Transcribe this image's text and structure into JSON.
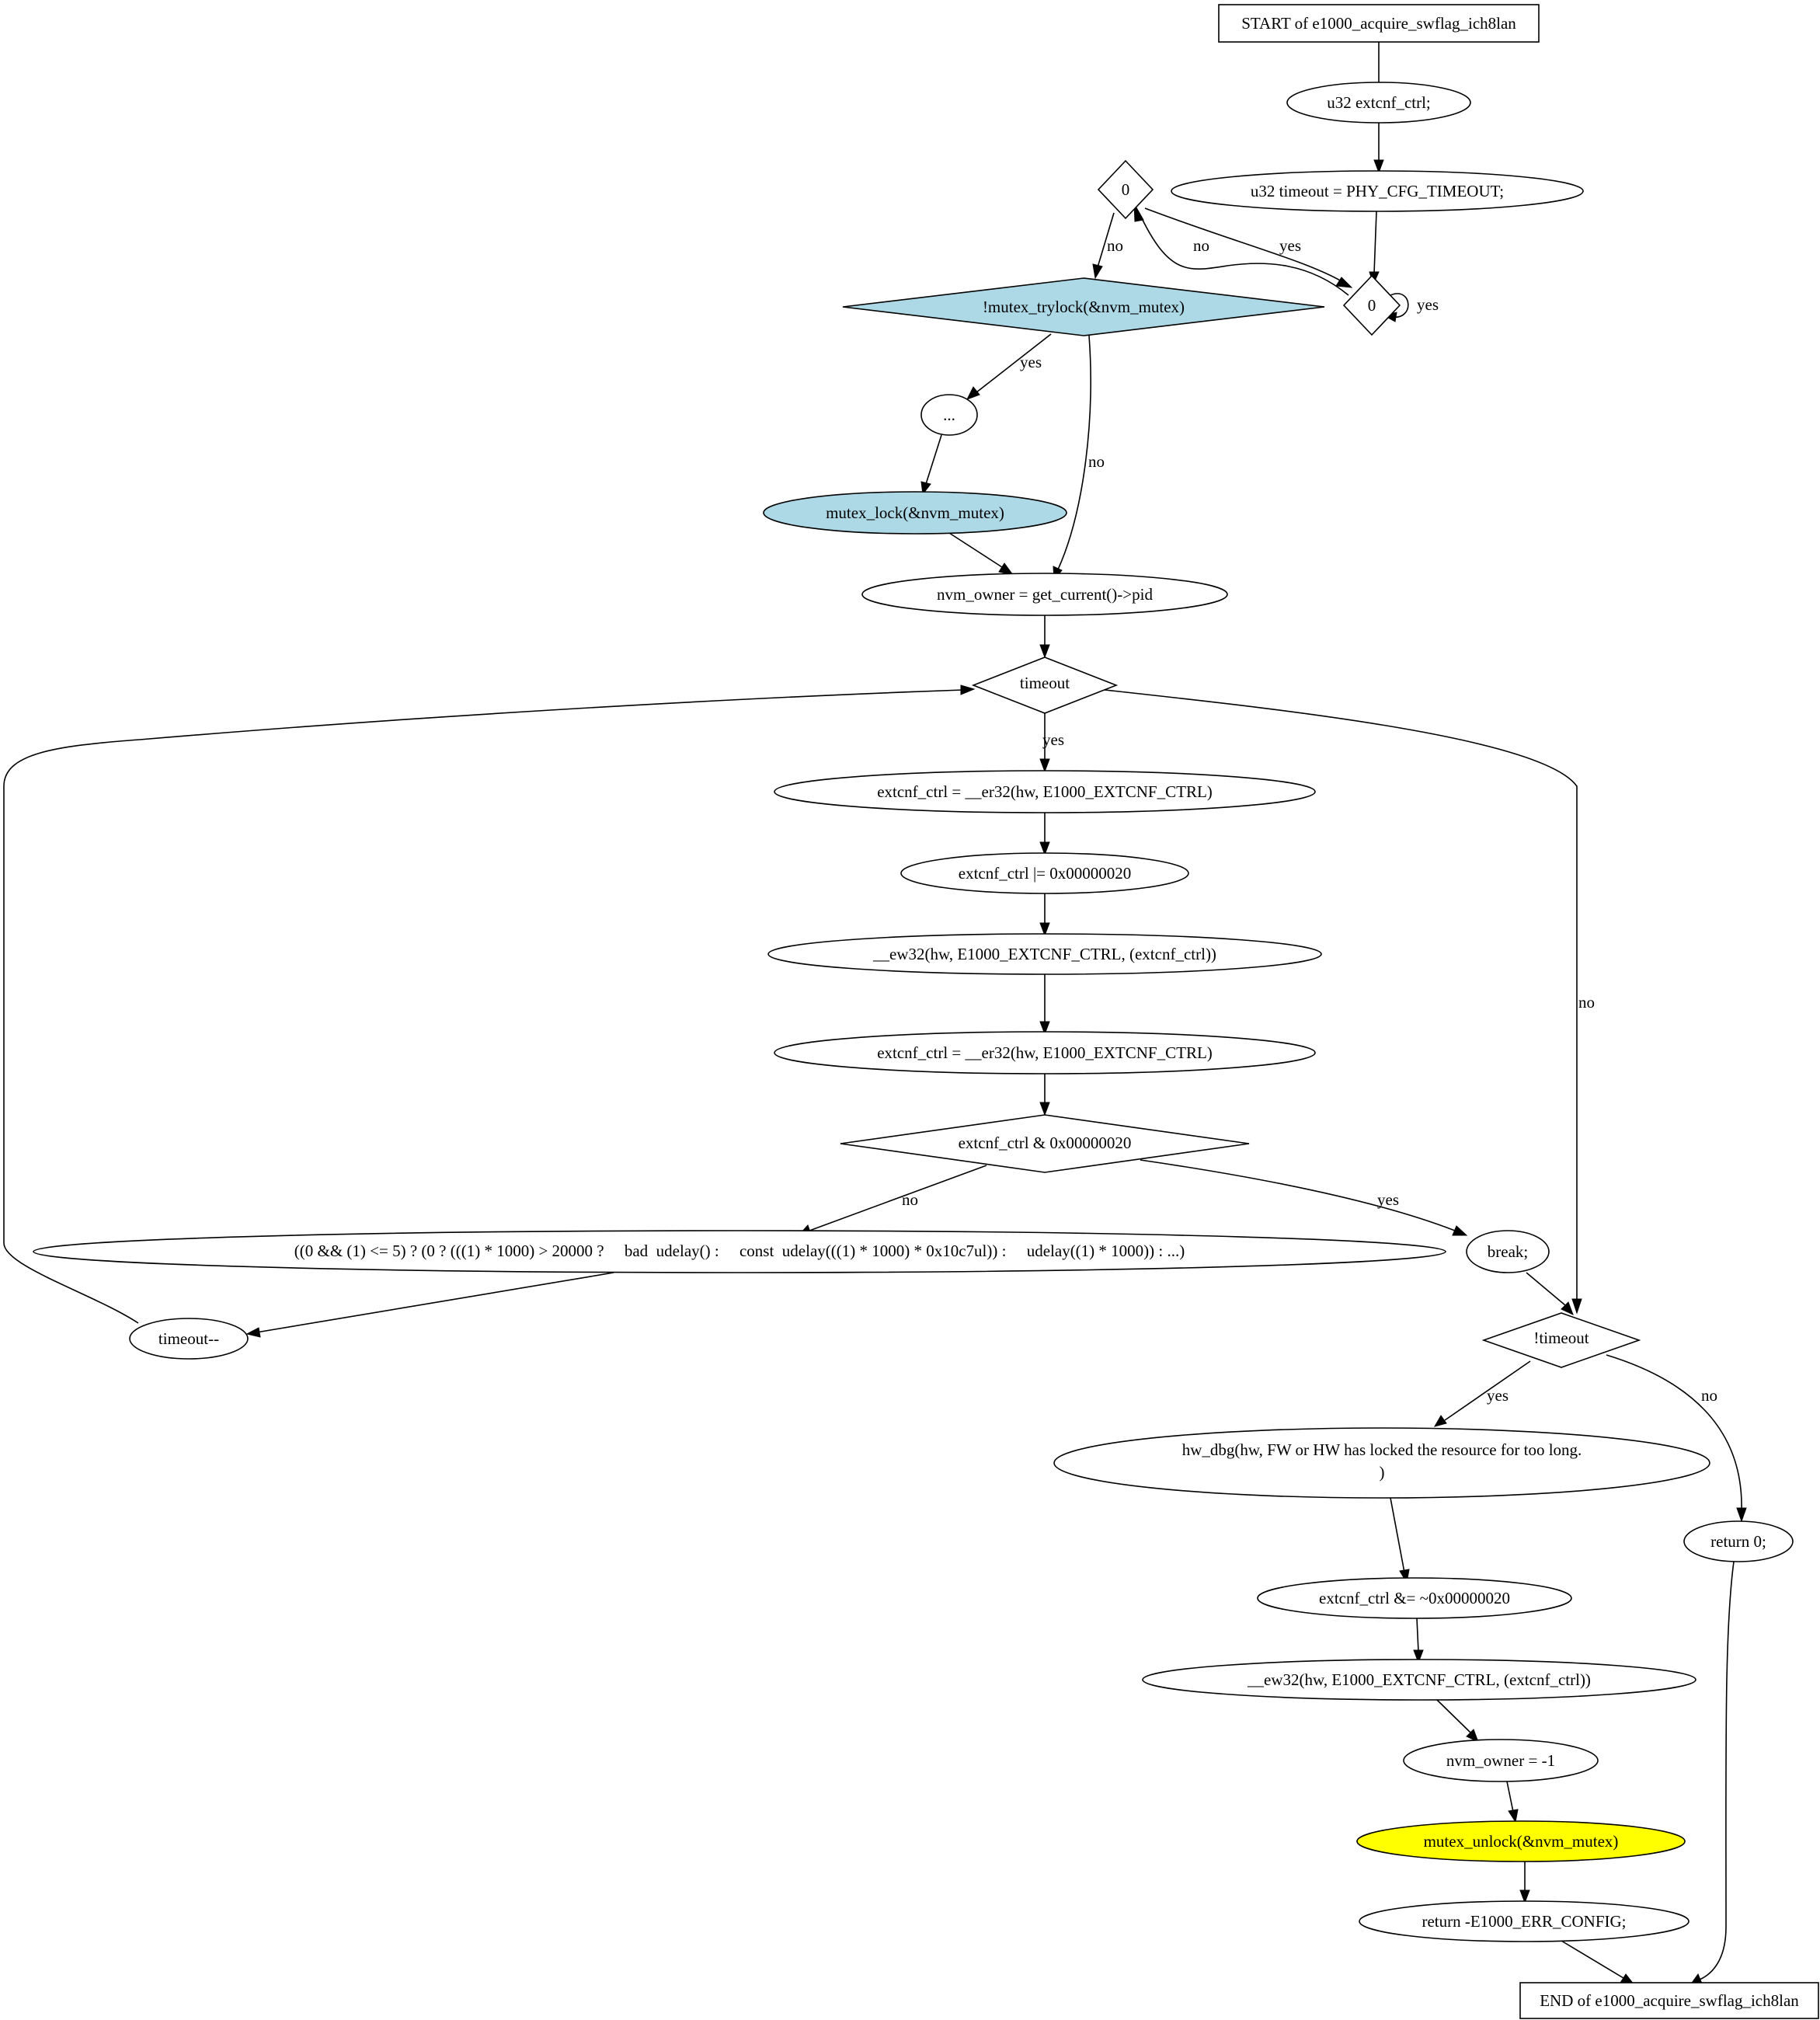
{
  "nodes": {
    "start": {
      "label": "START of e1000_acquire_swflag_ich8lan",
      "fill": "#ffffff"
    },
    "decl_ext": {
      "label": "u32 extcnf_ctrl;",
      "fill": "#ffffff"
    },
    "decl_timeout": {
      "label": "u32 timeout = PHY_CFG_TIMEOUT;",
      "fill": "#ffffff"
    },
    "zero_a": {
      "label": "0",
      "fill": "#ffffff"
    },
    "zero_b": {
      "label": "0",
      "fill": "#ffffff"
    },
    "trylock": {
      "label": "!mutex_trylock(&nvm_mutex)",
      "fill": "#add8e6"
    },
    "ellipsis": {
      "label": "...",
      "fill": "#ffffff"
    },
    "mutex_lock": {
      "label": "mutex_lock(&nvm_mutex)",
      "fill": "#add8e6"
    },
    "nvm_owner": {
      "label": "nvm_owner = get_current()->pid",
      "fill": "#ffffff"
    },
    "timeout_cond": {
      "label": "timeout",
      "fill": "#ffffff"
    },
    "er32_a": {
      "label": "extcnf_ctrl = __er32(hw, E1000_EXTCNF_CTRL)",
      "fill": "#ffffff"
    },
    "or_assign": {
      "label": "extcnf_ctrl |= 0x00000020",
      "fill": "#ffffff"
    },
    "ew32_a": {
      "label": "__ew32(hw, E1000_EXTCNF_CTRL, (extcnf_ctrl))",
      "fill": "#ffffff"
    },
    "er32_b": {
      "label": "extcnf_ctrl = __er32(hw, E1000_EXTCNF_CTRL)",
      "fill": "#ffffff"
    },
    "and_cond": {
      "label": "extcnf_ctrl & 0x00000020",
      "fill": "#ffffff"
    },
    "udelay": {
      "label": "((0 && (1) <= 5) ? (0 ? (((1) * 1000) > 20000 ?     bad  udelay() :     const  udelay(((1) * 1000) * 0x10c7ul)) :     udelay((1) * 1000)) : ...)",
      "fill": "#ffffff"
    },
    "break_node": {
      "label": "break;",
      "fill": "#ffffff"
    },
    "timeout_dec": {
      "label": "timeout--",
      "fill": "#ffffff"
    },
    "not_timeout": {
      "label": "!timeout",
      "fill": "#ffffff"
    },
    "hw_dbg": {
      "label_line1": "hw_dbg(hw, FW or HW has locked the resource for too long.",
      "label_line2": ")",
      "fill": "#ffffff"
    },
    "return_zero": {
      "label": "return 0;",
      "fill": "#ffffff"
    },
    "and_assign": {
      "label": "extcnf_ctrl &= ~0x00000020",
      "fill": "#ffffff"
    },
    "ew32_b": {
      "label": "__ew32(hw, E1000_EXTCNF_CTRL, (extcnf_ctrl))",
      "fill": "#ffffff"
    },
    "owner_reset": {
      "label": "nvm_owner = -1",
      "fill": "#ffffff"
    },
    "mutex_unlock": {
      "label": "mutex_unlock(&nvm_mutex)",
      "fill": "#ffff00"
    },
    "return_err": {
      "label": "return -E1000_ERR_CONFIG;",
      "fill": "#ffffff"
    },
    "end": {
      "label": "END of e1000_acquire_swflag_ich8lan",
      "fill": "#ffffff"
    }
  },
  "edge_labels": {
    "zero_a_no": "no",
    "zero_b_to_zero_a_no": "no",
    "zero_a_to_zero_b_yes": "yes",
    "zero_b_self_yes": "yes",
    "trylock_yes": "yes",
    "trylock_no": "no",
    "timeout_yes": "yes",
    "timeout_no": "no",
    "and_cond_no": "no",
    "and_cond_yes": "yes",
    "not_timeout_yes": "yes",
    "not_timeout_no": "no"
  }
}
